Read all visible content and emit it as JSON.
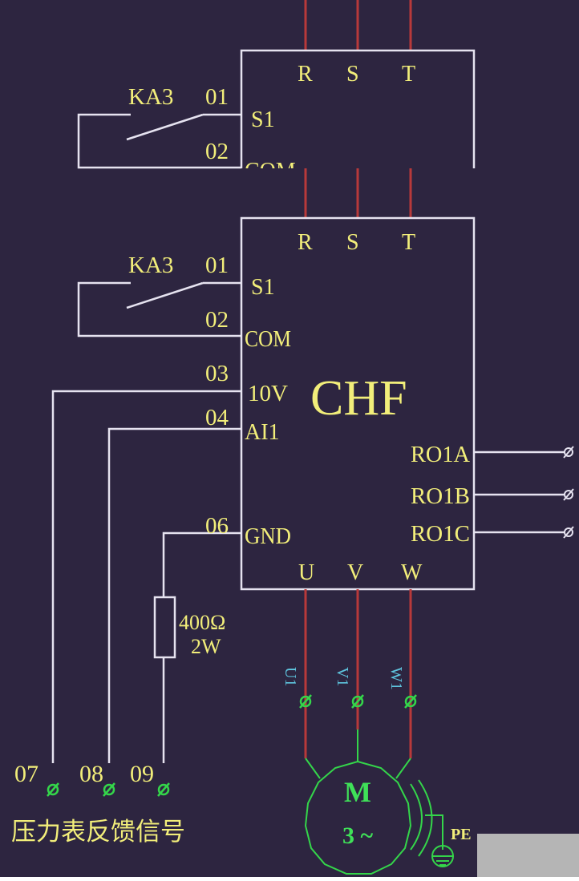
{
  "colors": {
    "background": "#2d2540",
    "wire": "#e6e3f0",
    "power_wire": "#b8393a",
    "label": "#f2ee7a",
    "motor": "#34d64a",
    "cable_tag": "#5fc6e0",
    "overlay": "#b5b5b5"
  },
  "upper_inverter": {
    "inputs": [
      "R",
      "S",
      "T"
    ],
    "terminals": [
      "S1",
      "COM"
    ]
  },
  "upper_switch": {
    "name": "KA3",
    "wire_numbers": [
      "01",
      "02"
    ]
  },
  "inverter": {
    "name": "CHF",
    "inputs": [
      "R",
      "S",
      "T"
    ],
    "left_terminals": [
      "S1",
      "COM",
      "10V",
      "AI1",
      "GND"
    ],
    "right_terminals": [
      "RO1A",
      "RO1B",
      "RO1C"
    ],
    "outputs": [
      "U",
      "V",
      "W"
    ]
  },
  "switch": {
    "name": "KA3",
    "wire_numbers": [
      "01",
      "02"
    ]
  },
  "control_wire_numbers": [
    "03",
    "04",
    "06"
  ],
  "resistor": {
    "value": "400Ω",
    "power": "2W"
  },
  "cable_tags": [
    "U1",
    "V1",
    "W1"
  ],
  "feedback_terminals": [
    "07",
    "08",
    "09"
  ],
  "feedback_label": "压力表反馈信号",
  "motor": {
    "symbol": "M",
    "phase": "3 ~"
  },
  "ground_label": "PE",
  "icons": {
    "terminal": "terminal-screw-icon",
    "ground": "ground-icon",
    "motor": "motor-icon",
    "resistor": "resistor-icon",
    "switch": "switch-contact-icon"
  }
}
